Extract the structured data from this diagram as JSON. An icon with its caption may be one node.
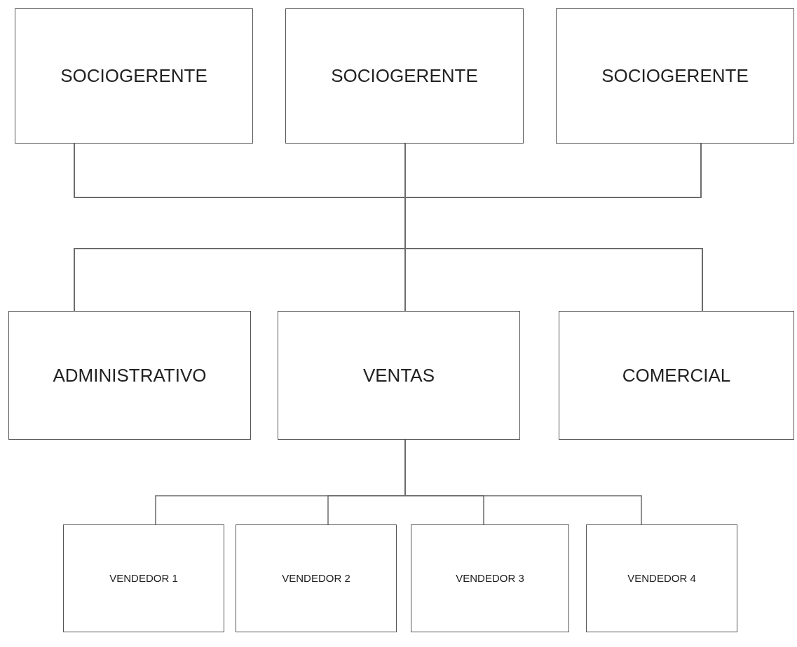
{
  "diagram": {
    "nodes": [
      {
        "text": [
          "SOCIOGERENTE"
        ]
      },
      {
        "text": [
          "SOCIOGERENTE"
        ]
      },
      {
        "text": [
          "SOCIOGERENTE"
        ]
      },
      {
        "text": [
          "ADMINISTRATIVO"
        ]
      },
      {
        "text": [
          "VENTAS"
        ]
      },
      {
        "text": [
          "COMERCIAL"
        ]
      },
      {
        "text": [
          "VENDEDOR 1"
        ]
      },
      {
        "text": [
          "VENDEDOR 2"
        ]
      },
      {
        "text": [
          "VENDEDOR 3"
        ]
      },
      {
        "text": [
          "VENDEDOR 4"
        ]
      }
    ],
    "edges": [
      {
        "from": 0,
        "to": 3,
        "arrow": "none"
      },
      {
        "from": 0,
        "to": 4,
        "arrow": "none"
      },
      {
        "from": 0,
        "to": 5,
        "arrow": "none"
      },
      {
        "from": 1,
        "to": 3,
        "arrow": "none"
      },
      {
        "from": 1,
        "to": 4,
        "arrow": "none"
      },
      {
        "from": 1,
        "to": 5,
        "arrow": "none"
      },
      {
        "from": 2,
        "to": 3,
        "arrow": "none"
      },
      {
        "from": 2,
        "to": 4,
        "arrow": "none"
      },
      {
        "from": 2,
        "to": 5,
        "arrow": "none"
      },
      {
        "from": 4,
        "to": 6,
        "arrow": "none"
      },
      {
        "from": 4,
        "to": 7,
        "arrow": "none"
      },
      {
        "from": 4,
        "to": 8,
        "arrow": "none"
      },
      {
        "from": 4,
        "to": 9,
        "arrow": "none"
      }
    ]
  }
}
